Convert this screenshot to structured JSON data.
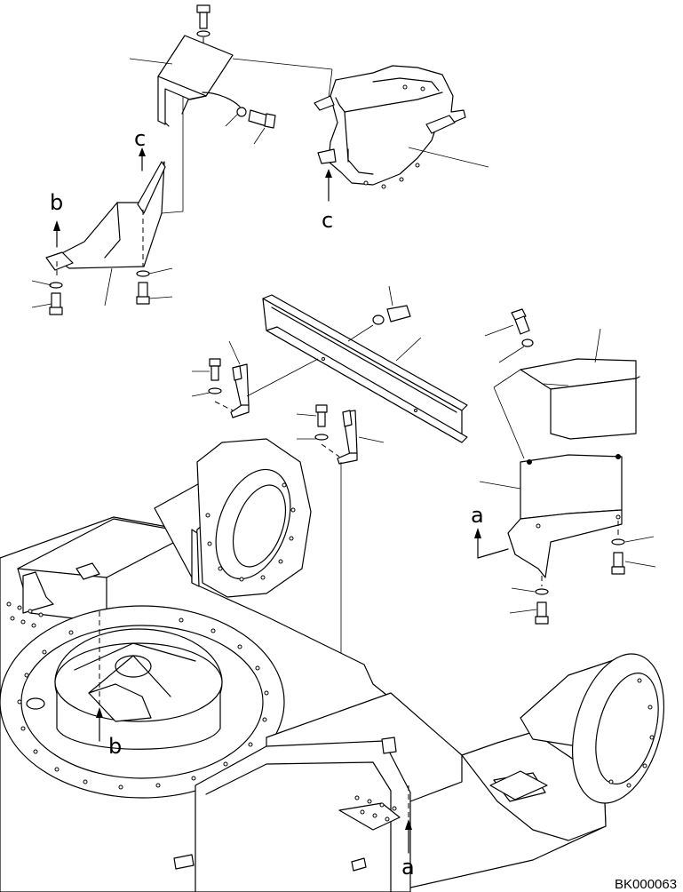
{
  "labels": {
    "c": "c",
    "b": "b",
    "a": "a"
  },
  "drawing_code": "BK000063"
}
